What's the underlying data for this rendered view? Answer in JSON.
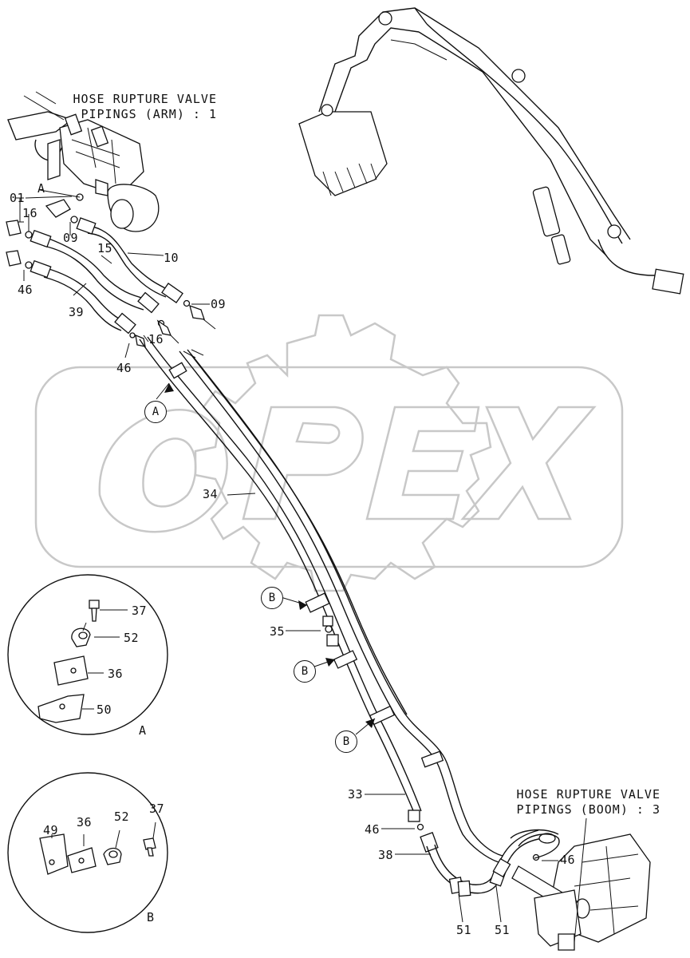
{
  "titles": {
    "arm": [
      "HOSE RUPTURE VALVE",
      "PIPINGS (ARM) : 1"
    ],
    "boom": [
      "HOSE RUPTURE VALVE",
      "PIPINGS (BOOM) : 3"
    ]
  },
  "watermark": "OPEX",
  "part_labels": {
    "p01": "01",
    "pA_top": "A",
    "p16a": "16",
    "p09a": "09",
    "p10": "10",
    "p15": "15",
    "p46a": "46",
    "p39": "39",
    "p09b": "09",
    "p16b": "16",
    "p46b": "46",
    "p34": "34",
    "p35": "35",
    "p33": "33",
    "p46c": "46",
    "p38": "38",
    "p46d": "46",
    "p51a": "51",
    "p51b": "51"
  },
  "ref_markers": {
    "a1": "A",
    "b1": "B",
    "b2": "B",
    "b3": "B"
  },
  "detail_a": {
    "caption": "A",
    "parts": [
      "37",
      "52",
      "36",
      "50"
    ]
  },
  "detail_b": {
    "caption": "B",
    "parts": [
      "49",
      "36",
      "52",
      "37"
    ]
  }
}
